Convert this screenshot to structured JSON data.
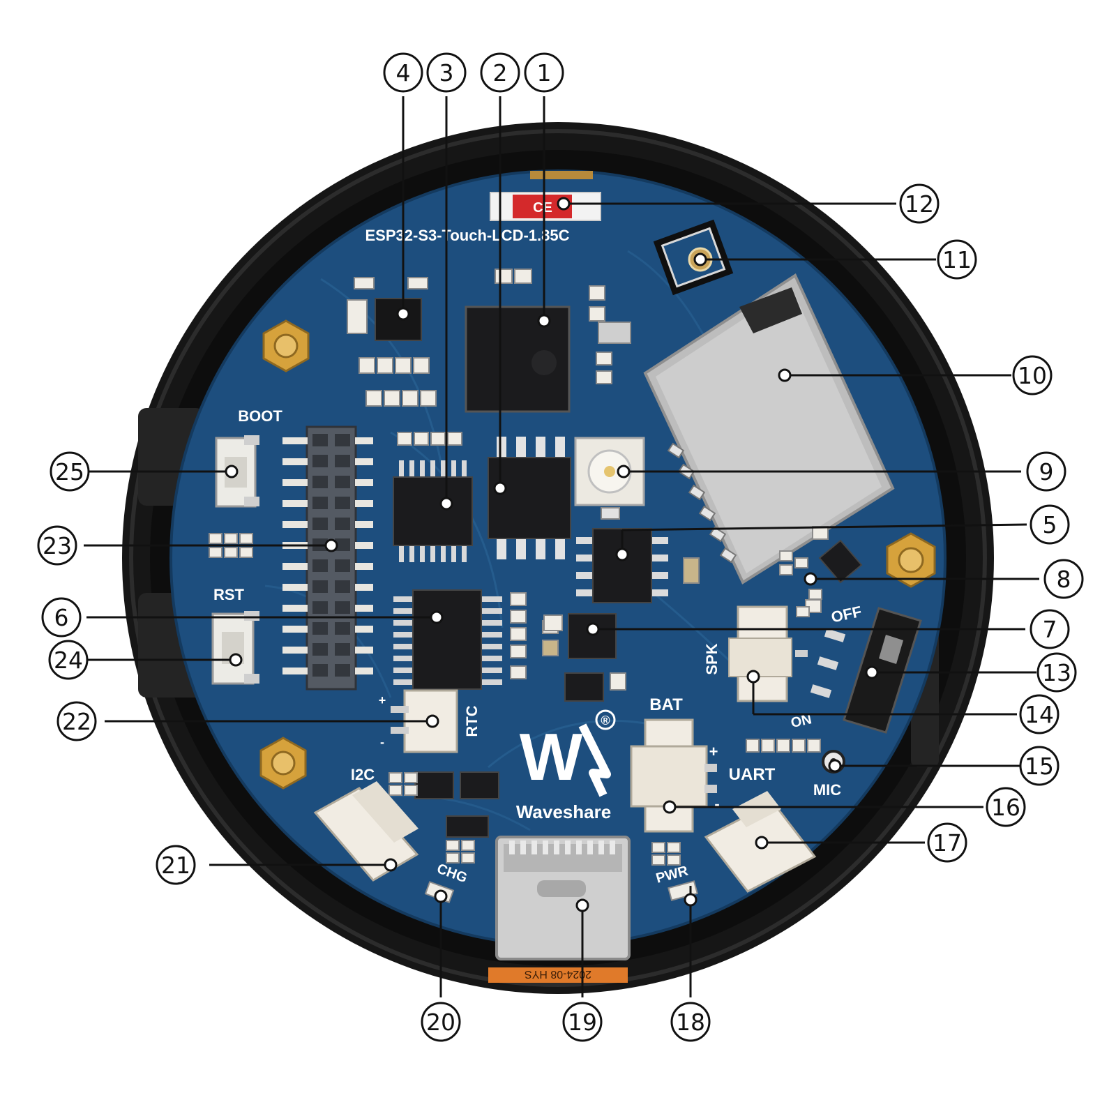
{
  "board": {
    "title": "ESP32-S3-Touch-LCD-1.85C",
    "brand": "Waveshare",
    "brand_mark": "W",
    "registered": "®",
    "silk_labels": {
      "boot": "BOOT",
      "rst": "RST",
      "rtc": "RTC",
      "i2c": "I2C",
      "chg": "CHG",
      "pwr": "PWR",
      "uart": "UART",
      "mic": "MIC",
      "bat": "BAT",
      "spk": "SPK",
      "off": "OFF",
      "on": "ON",
      "plus": "+",
      "minus": "-",
      "fpc_date": "2024-08 HYS"
    }
  },
  "callouts": [
    "1",
    "2",
    "3",
    "4",
    "5",
    "6",
    "7",
    "8",
    "9",
    "10",
    "11",
    "12",
    "13",
    "14",
    "15",
    "16",
    "17",
    "18",
    "19",
    "20",
    "21",
    "22",
    "23",
    "24",
    "25"
  ],
  "colors": {
    "pcb": "#1d4e7e",
    "pcb_dark": "#143a5f",
    "bezel": "#141414",
    "chip": "#1b1b1d",
    "connector": "#f1ece3",
    "gold": "#d6a23c",
    "metal": "#cfcfcf"
  }
}
